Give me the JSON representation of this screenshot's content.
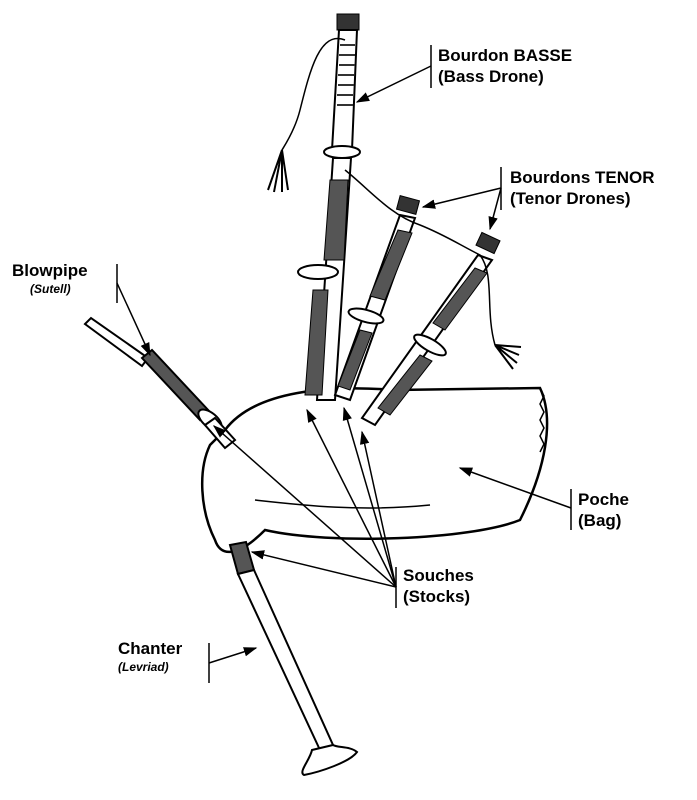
{
  "labels": {
    "bass_drone": {
      "line1": "Bourdon BASSE",
      "line2": "(Bass Drone)"
    },
    "tenor_drone": {
      "line1": "Bourdons TENOR",
      "line2": "(Tenor Drones)"
    },
    "blowpipe": {
      "line1": "Blowpipe",
      "line2": "(Sutell)"
    },
    "bag": {
      "line1": "Poche",
      "line2": "(Bag)"
    },
    "stocks": {
      "line1": "Souches",
      "line2": "(Stocks)"
    },
    "chanter": {
      "line1": "Chanter",
      "line2": "(Levriad)"
    }
  },
  "colors": {
    "ink": "#000000",
    "paper": "#ffffff",
    "wood": "#3a3a3a"
  }
}
